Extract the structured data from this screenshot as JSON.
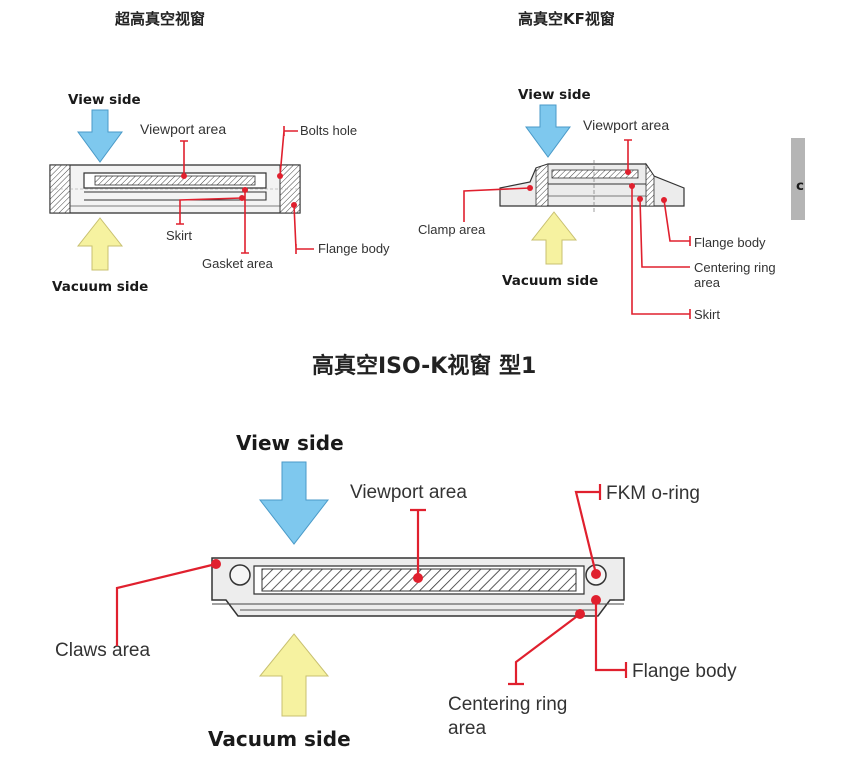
{
  "colors": {
    "leader": "#e0202e",
    "view_arrow": "#7ec8ee",
    "vacuum_arrow": "#f6f2a0",
    "edge_tab": "#b5b5b5"
  },
  "diagram1": {
    "title": "超高真空视窗",
    "view_side": "View side",
    "vacuum_side": "Vacuum side",
    "labels": {
      "viewport_area": "Viewport area",
      "bolts_hole": "Bolts hole",
      "skirt": "Skirt",
      "gasket_area": "Gasket area",
      "flange_body": "Flange body"
    }
  },
  "diagram2": {
    "title": "高真空KF视窗",
    "view_side": "View side",
    "vacuum_side": "Vacuum side",
    "labels": {
      "viewport_area": "Viewport area",
      "clamp_area": "Clamp area",
      "flange_body": "Flange body",
      "centering_ring_line1": "Centering ring",
      "centering_ring_line2": "area",
      "skirt": "Skirt"
    }
  },
  "diagram3": {
    "title": "高真空ISO-K视窗 型1",
    "view_side": "View side",
    "vacuum_side": "Vacuum side",
    "labels": {
      "viewport_area": "Viewport area",
      "fkm_oring": "FKM o-ring",
      "claws_area": "Claws area",
      "flange_body": "Flange body",
      "centering_ring_line1": "Centering ring",
      "centering_ring_line2": "area"
    }
  },
  "edge_tab_letter": "c"
}
